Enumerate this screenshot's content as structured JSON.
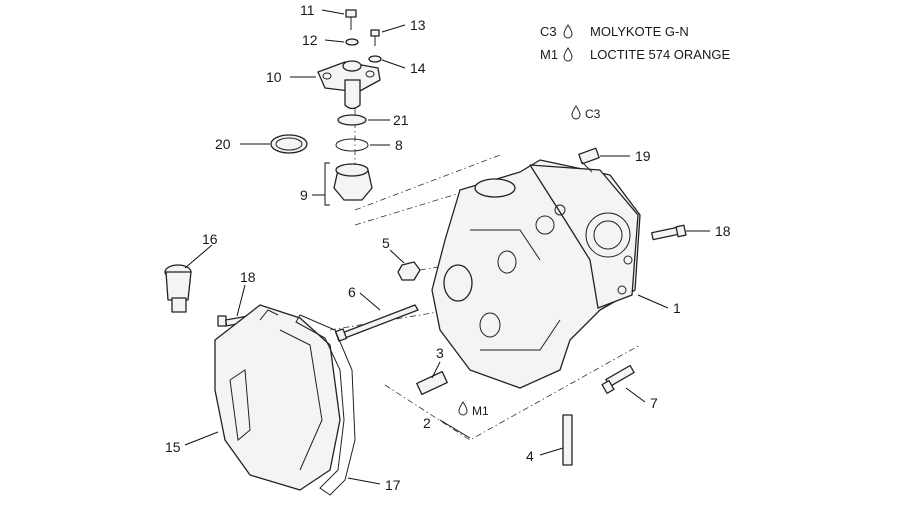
{
  "legend": [
    {
      "code": "C3",
      "text": "MOLYKOTE G-N"
    },
    {
      "code": "M1",
      "text": "LOCTITE 574 ORANGE"
    }
  ],
  "callouts": {
    "c1": "1",
    "c2": "2",
    "c3": "3",
    "c4": "4",
    "c5": "5",
    "c6": "6",
    "c7": "7",
    "c8": "8",
    "c9": "9",
    "c10": "10",
    "c11": "11",
    "c12": "12",
    "c13": "13",
    "c14": "14",
    "c15": "15",
    "c16": "16",
    "c17": "17",
    "c18a": "18",
    "c18b": "18",
    "c19": "19",
    "c20": "20",
    "c21": "21"
  },
  "markers": {
    "m_c3": "C3",
    "m_m1": "M1"
  },
  "icons": {
    "drop": "drop-icon"
  }
}
